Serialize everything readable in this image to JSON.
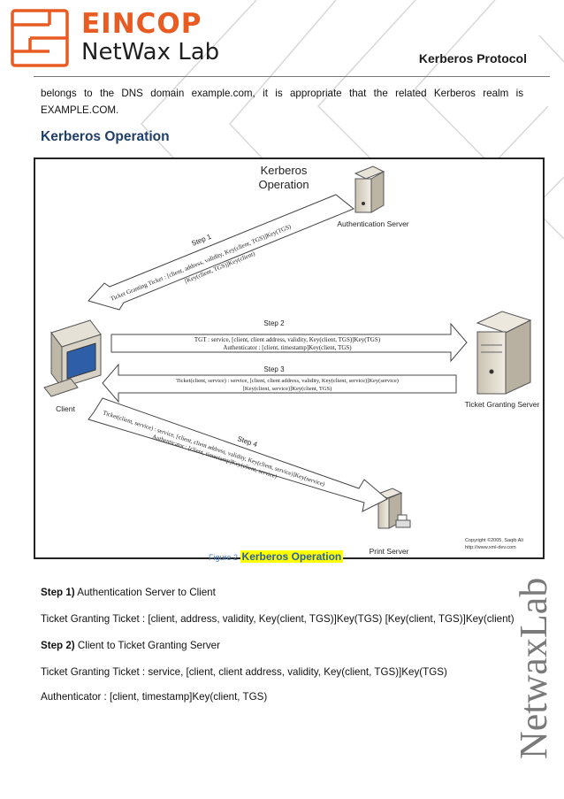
{
  "header": {
    "logo_brand": "EINCOP",
    "logo_sub": "NetWax Lab",
    "doc_title": "Kerberos Protocol"
  },
  "intro": "belongs to the DNS domain example.com, it is appropriate that the related Kerberos realm is EXAMPLE.COM.",
  "section_heading": "Kerberos Operation",
  "figure": {
    "title_line1": "Kerberos",
    "title_line2": "Operation",
    "auth_server": "Authentication Server",
    "tgs_server": "Ticket Granting Server",
    "print_server": "Print Server",
    "client": "Client",
    "step1": "Step 1",
    "step1_line1": "Ticket Granting Ticket : [client, address, validity, Key(client, TGS)]Key(TGS)",
    "step1_line2": "[Key(client, TGS)]Key(client)",
    "step2": "Step 2",
    "step2_line1": "TGT : service, [client, client address, validity, Key(client, TGS)]Key(TGS)",
    "step2_line2": "Authenticator : [client, timestamp]Key(client, TGS)",
    "step3": "Step 3",
    "step3_line1": "Ticket(client, service) : service, [client, client address, validity, Key(client, service)]Key(service)",
    "step3_line2": "[Key(client, service)]Key(client, TGS)",
    "step4": "Step 4",
    "step4_line1": "Ticket(client, service) : service, [client, client address, validity, Key(client, service)]Key(service)",
    "step4_line2": "Authenticator : [client, timestamp]Key(client, service)",
    "copyright_line1": "Copyright ©2005, Saqib Ali",
    "copyright_line2": "http://www.xml-dev.com"
  },
  "caption": {
    "label": "Figure 2",
    "title": "Kerberos Operation"
  },
  "steps": [
    {
      "label": "Step 1)",
      "text": " Authentication Server to Client"
    },
    {
      "text": "Ticket Granting Ticket : [client, address, validity, Key(client, TGS)]Key(TGS) [Key(client, TGS)]Key(client)"
    },
    {
      "label": "Step 2)",
      "text": " Client to Ticket Granting Server"
    },
    {
      "text": "Ticket Granting Ticket : service, [client, client address, validity, Key(client, TGS)]Key(TGS)"
    },
    {
      "text": "Authenticator : [client, timestamp]Key(client, TGS)"
    }
  ],
  "side_brand": "NetwaxLab",
  "colors": {
    "brand_orange": "#e85b22",
    "heading_blue": "#1f3f6a",
    "caption_highlight": "#ffff00"
  }
}
